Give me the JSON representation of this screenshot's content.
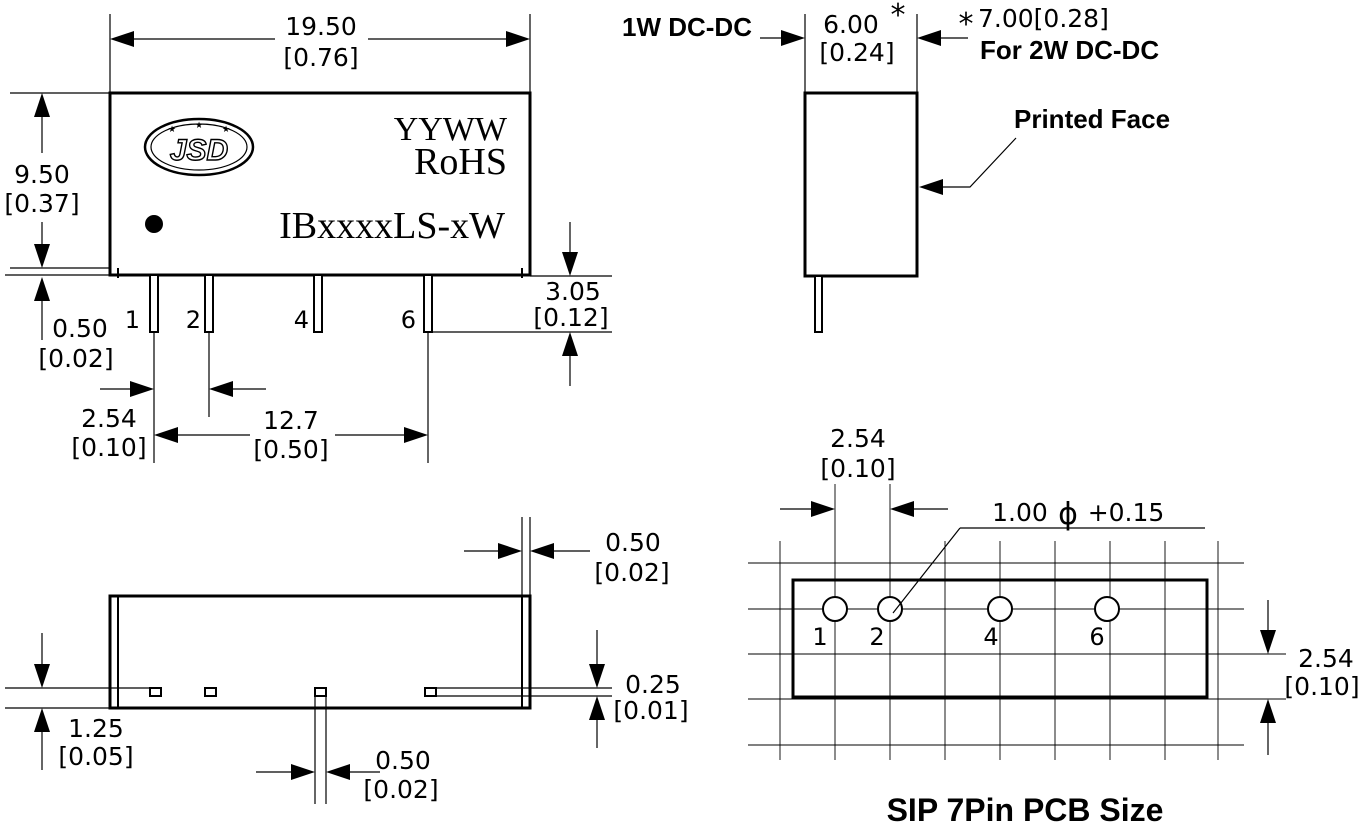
{
  "front_view": {
    "width_mm": "19.50",
    "width_in": "[0.76]",
    "height_mm": "9.50",
    "height_in": "[0.37]",
    "standoff_mm": "0.50",
    "standoff_in": "[0.02]",
    "pin_length_mm": "3.05",
    "pin_length_in": "[0.12]",
    "pitch_mm": "2.54",
    "pitch_in": "[0.10]",
    "span_mm": "12.7",
    "span_in": "[0.50]",
    "marking": {
      "logo": "JSD",
      "date_code": "YYWW",
      "rohs": "RoHS",
      "model": "IBxxxxLS-xW"
    },
    "pins": [
      "1",
      "2",
      "4",
      "6"
    ]
  },
  "side_view": {
    "label_1w": "1W DC-DC",
    "width_mm": "6.00",
    "width_in": "[0.24]",
    "asterisk": "*",
    "alt_width": "7.00[0.28]",
    "label_2w": "For 2W DC-DC",
    "printed_face": "Printed Face"
  },
  "bottom_view": {
    "case_offset_mm": "0.50",
    "case_offset_in": "[0.02]",
    "pin_from_bottom_mm": "1.25",
    "pin_from_bottom_in": "[0.05]",
    "pin_thickness_mm": "0.25",
    "pin_thickness_in": "[0.01]",
    "pin_width_mm": "0.50",
    "pin_width_in": "[0.02]"
  },
  "pcb_view": {
    "pitch_mm": "2.54",
    "pitch_in": "[0.10]",
    "hole_label": "1.00",
    "phi": "ϕ",
    "hole_tol": "+0.15",
    "row_pitch_mm": "2.54",
    "row_pitch_in": "[0.10]",
    "pins": [
      "1",
      "2",
      "4",
      "6"
    ],
    "title": "SIP 7Pin  PCB Size"
  }
}
